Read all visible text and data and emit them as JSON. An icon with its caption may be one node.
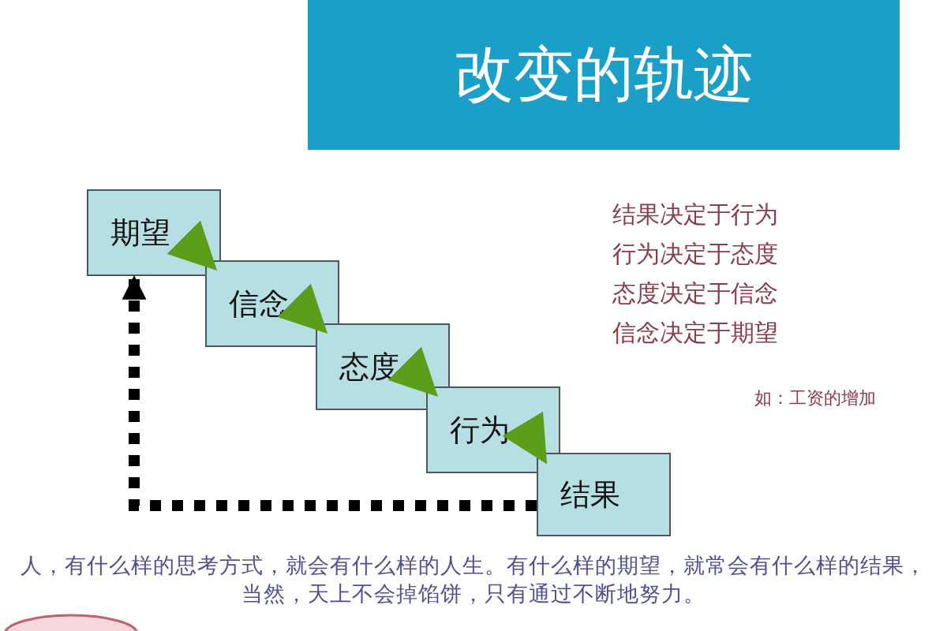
{
  "diagram": {
    "title": "改变的轨迹",
    "nodes": [
      {
        "text": [
          "期望"
        ]
      },
      {
        "text": [
          "信念"
        ]
      },
      {
        "text": [
          "态度"
        ]
      },
      {
        "text": [
          "行为"
        ]
      },
      {
        "text": [
          "结果"
        ]
      }
    ],
    "edges": [
      {
        "from": 0,
        "to": 1,
        "arrow": "to",
        "color": "#5a9e1a"
      },
      {
        "from": 1,
        "to": 2,
        "arrow": "to",
        "color": "#5a9e1a"
      },
      {
        "from": 2,
        "to": 3,
        "arrow": "to",
        "color": "#5a9e1a"
      },
      {
        "from": 3,
        "to": 4,
        "arrow": "to",
        "color": "#5a9e1a"
      },
      {
        "from": 4,
        "to": 0,
        "arrow": "to",
        "style": "dashed",
        "color": "#000000"
      }
    ],
    "labels": [
      "结果决定于行为",
      "行为决定于态度",
      "态度决定于信念",
      "信念决定于期望",
      "如：工资的增加",
      "人，有什么样的思考方式，就会有什么样的人生。有什么样的期望，就常会有什么样的结果，当然，天上不会掉馅饼，只有通过不断地努力。"
    ]
  }
}
